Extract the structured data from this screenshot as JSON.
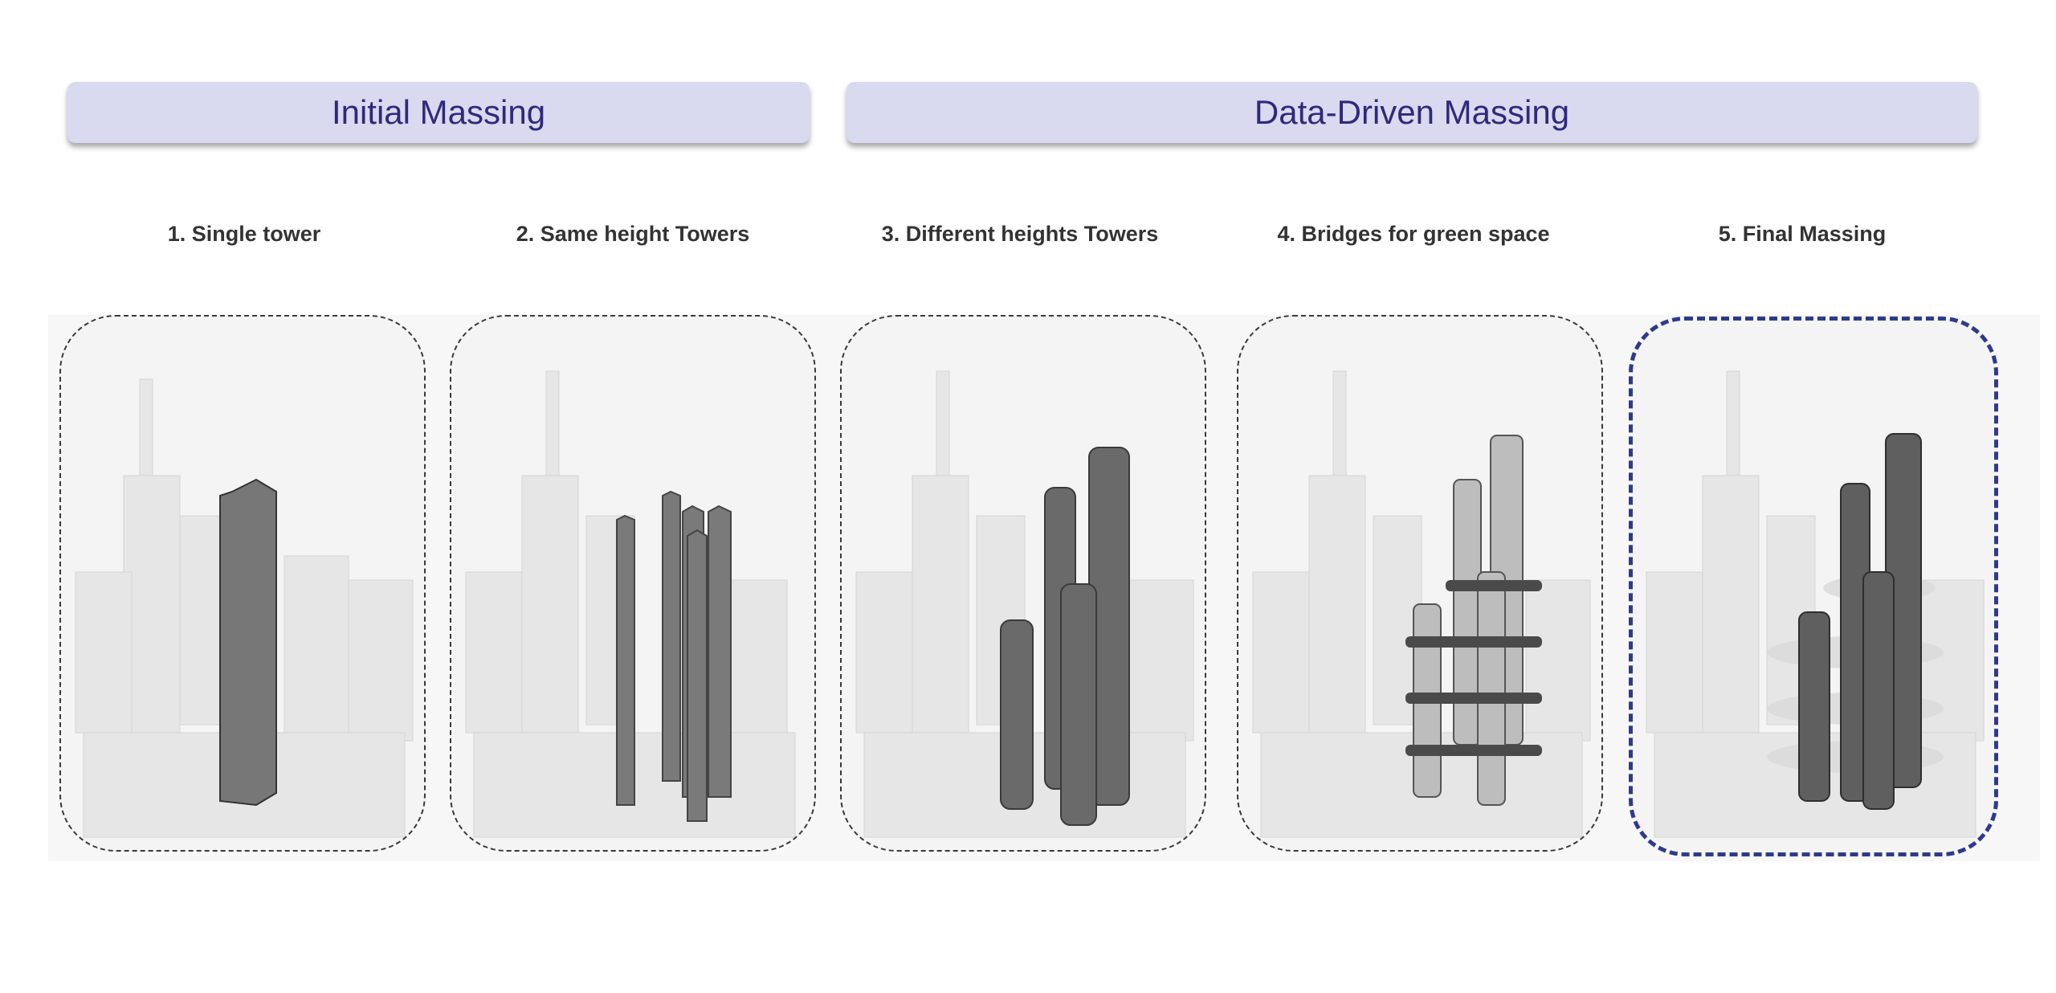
{
  "banners": {
    "initial": "Initial Massing",
    "data_driven": "Data-Driven Massing"
  },
  "steps": [
    {
      "label": "1. Single tower"
    },
    {
      "label": "2. Same height Towers"
    },
    {
      "label": "3.  Different heights Towers"
    },
    {
      "label": "4. Bridges for green space"
    },
    {
      "label": "5. Final Massing"
    }
  ],
  "colors": {
    "banner_bg": "#d9d9ef",
    "banner_text": "#2e2a7a",
    "final_frame": "#2f3a8a",
    "tower": "#777777"
  }
}
